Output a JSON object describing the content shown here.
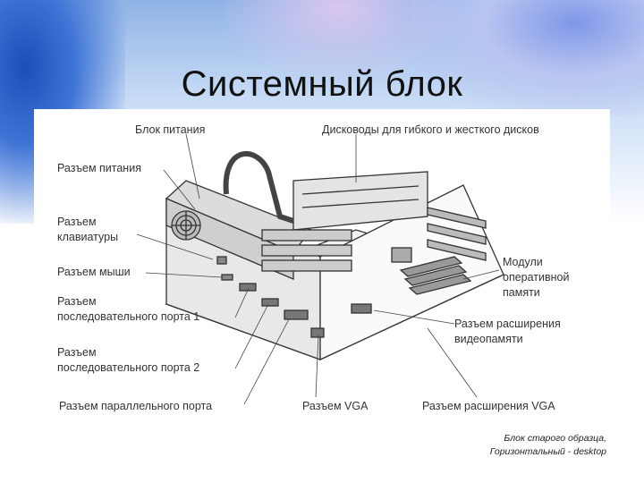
{
  "title": "Системный блок",
  "labels": {
    "power_supply": "Блок питания",
    "drives": "Дисководы для гибкого и жесткого дисков",
    "power_connector": "Разъем питания",
    "keyboard_connector_1": "Разъем",
    "keyboard_connector_2": "клавиатуры",
    "mouse_connector": "Разъем мыши",
    "serial1_1": "Разъем",
    "serial1_2": "последовательного порта 1",
    "serial2_1": "Разъем",
    "serial2_2": "последовательного порта 2",
    "parallel": "Разъем параллельного порта",
    "vga": "Разъем VGA",
    "vga_ext": "Разъем расширения VGA",
    "memory_1": "Модули",
    "memory_2": "оперативной",
    "memory_3": "памяти",
    "video_ext_1": "Разъем расширения",
    "video_ext_2": "видеопамяти"
  },
  "caption": {
    "line1": "Блок старого образца,",
    "line2": "Горизонтальный - desktop"
  }
}
